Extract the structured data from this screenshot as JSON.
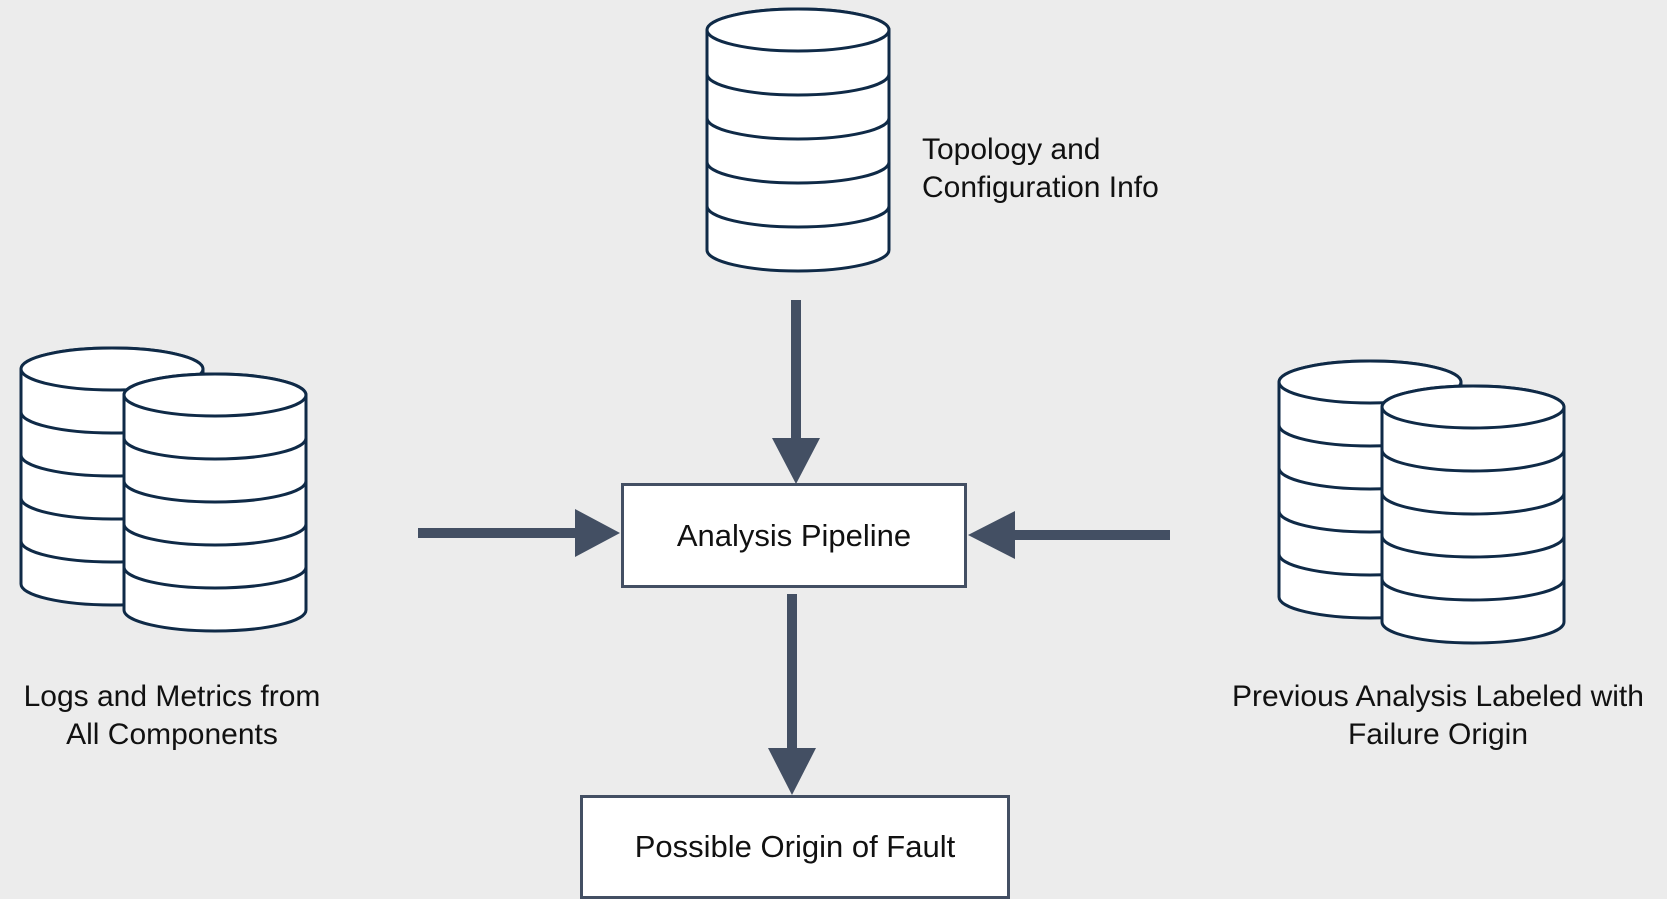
{
  "colors": {
    "background": "#ececec",
    "stroke": "#0f2a47",
    "arrow": "#434f63",
    "box_border": "#434f63",
    "fill": "#ffffff",
    "text": "#111111"
  },
  "sources": {
    "topology": {
      "icon": "database-icon",
      "label_line1": "Topology and",
      "label_line2": "Configuration Info"
    },
    "logs": {
      "icon": "multi-database-icon",
      "label_line1": "Logs and Metrics from",
      "label_line2": "All Components"
    },
    "previous": {
      "icon": "multi-database-icon",
      "label_line1": "Previous Analysis Labeled with",
      "label_line2": "Failure Origin"
    }
  },
  "pipeline": {
    "label": "Analysis Pipeline"
  },
  "output": {
    "label": "Possible Origin of Fault"
  }
}
